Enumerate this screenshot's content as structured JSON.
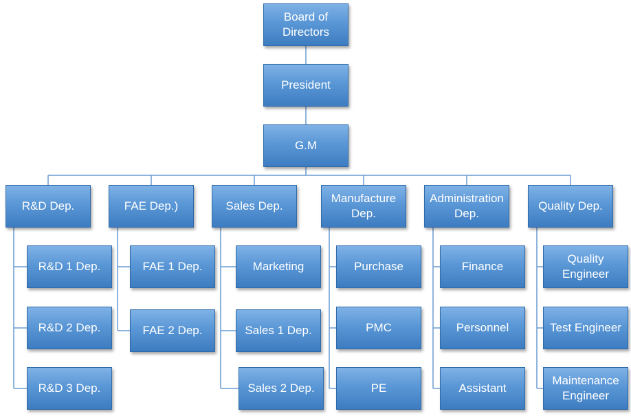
{
  "colors": {
    "box_top": "#7fb2e6",
    "box_bottom": "#3d7cc1",
    "connector": "#6a9bd0"
  },
  "chart_data": {
    "type": "org-chart",
    "root": {
      "label": "Board of\nDirectors",
      "children": [
        {
          "label": "President",
          "children": [
            {
              "label": "G.M",
              "children": [
                {
                  "label": "R&D Dep.",
                  "children": [
                    {
                      "label": "R&D 1 Dep."
                    },
                    {
                      "label": "R&D 2 Dep."
                    },
                    {
                      "label": "R&D 3 Dep."
                    }
                  ]
                },
                {
                  "label": "FAE Dep.)",
                  "children": [
                    {
                      "label": "FAE 1 Dep."
                    },
                    {
                      "label": "FAE 2 Dep."
                    }
                  ]
                },
                {
                  "label": "Sales Dep.",
                  "children": [
                    {
                      "label": "Marketing"
                    },
                    {
                      "label": "Sales 1 Dep."
                    },
                    {
                      "label": "Sales 2 Dep."
                    }
                  ]
                },
                {
                  "label": "Manufacture\nDep.",
                  "children": [
                    {
                      "label": "Purchase"
                    },
                    {
                      "label": "PMC"
                    },
                    {
                      "label": "PE"
                    }
                  ]
                },
                {
                  "label": "Administration\nDep.",
                  "children": [
                    {
                      "label": "Finance"
                    },
                    {
                      "label": "Personnel"
                    },
                    {
                      "label": "Assistant"
                    }
                  ]
                },
                {
                  "label": "Quality Dep.",
                  "children": [
                    {
                      "label": "Quality\nEngineer"
                    },
                    {
                      "label": "Test Engineer"
                    },
                    {
                      "label": "Maintenance\nEngineer"
                    }
                  ]
                }
              ]
            }
          ]
        }
      ]
    }
  }
}
